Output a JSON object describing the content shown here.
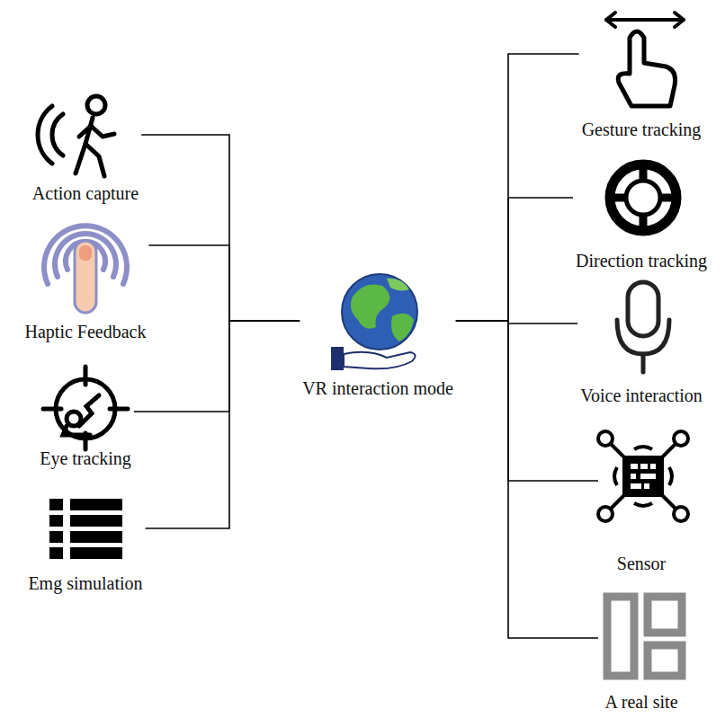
{
  "diagram": {
    "nodes": [
      {
        "text": [
          "Action capture"
        ]
      },
      {
        "text": [
          "Haptic Feedback"
        ]
      },
      {
        "text": [
          "Eye tracking"
        ]
      },
      {
        "text": [
          "Emg simulation"
        ]
      },
      {
        "text": [
          "VR interaction mode"
        ]
      },
      {
        "text": [
          "Gesture tracking"
        ]
      },
      {
        "text": [
          "Direction tracking"
        ]
      },
      {
        "text": [
          "Voice interaction"
        ]
      },
      {
        "text": [
          "Sensor"
        ]
      },
      {
        "text": [
          "A real site"
        ]
      }
    ],
    "edges": [
      {
        "from": 4,
        "to": 0,
        "arrow": "none"
      },
      {
        "from": 4,
        "to": 1,
        "arrow": "none"
      },
      {
        "from": 4,
        "to": 2,
        "arrow": "none"
      },
      {
        "from": 4,
        "to": 3,
        "arrow": "none"
      },
      {
        "from": 4,
        "to": 5,
        "arrow": "none"
      },
      {
        "from": 4,
        "to": 6,
        "arrow": "none"
      },
      {
        "from": 4,
        "to": 7,
        "arrow": "none"
      },
      {
        "from": 4,
        "to": 8,
        "arrow": "none"
      },
      {
        "from": 4,
        "to": 9,
        "arrow": "none"
      }
    ]
  }
}
